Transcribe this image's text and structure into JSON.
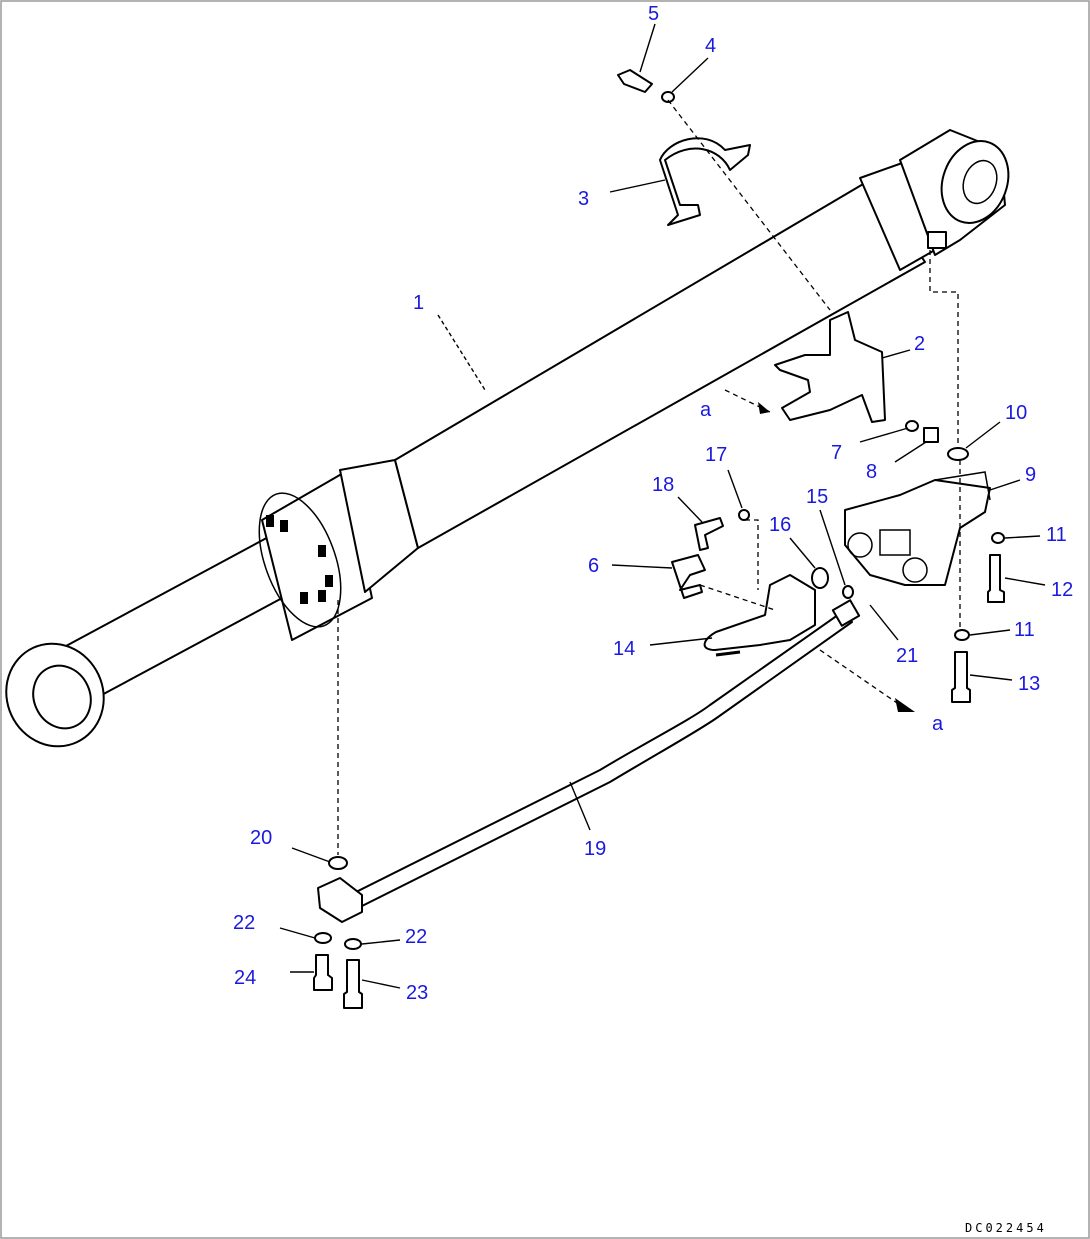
{
  "frame": {
    "border_color": "#9a9a9a"
  },
  "drawing_code": "DC022454",
  "colors": {
    "callout": "#1a1adf",
    "line": "#000000",
    "background": "#ffffff"
  },
  "callouts": {
    "c1": "1",
    "c2": "2",
    "c3": "3",
    "c4": "4",
    "c5": "5",
    "c6": "6",
    "c7": "7",
    "c8": "8",
    "c9": "9",
    "c10": "10",
    "c11a": "11",
    "c11b": "11",
    "c12": "12",
    "c13": "13",
    "c14": "14",
    "c15": "15",
    "c16": "16",
    "c17": "17",
    "c18": "18",
    "c19": "19",
    "c20": "20",
    "c21": "21",
    "c22a": "22",
    "c22b": "22",
    "c23": "23",
    "c24": "24"
  },
  "view_markers": {
    "a_top": "a",
    "a_bottom": "a"
  }
}
